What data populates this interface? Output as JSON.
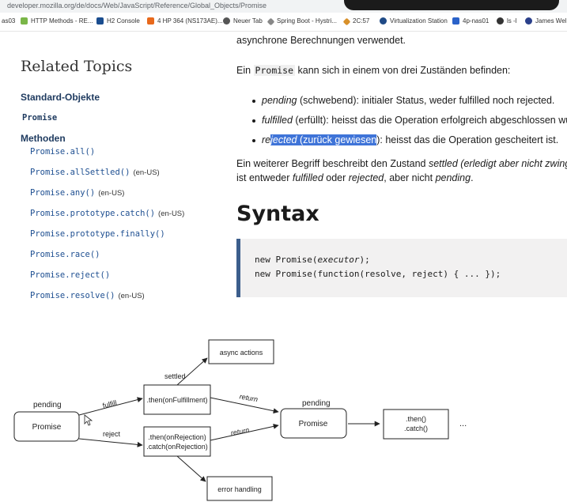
{
  "browser": {
    "url": "developer.mozilla.org/de/docs/Web/JavaScript/Reference/Global_Objects/Promise",
    "bookmarks": [
      "as03",
      "HTTP Methods - RE...",
      "H2 Console",
      "4 HP 364 (NS173AE)...",
      "Neuer Tab",
      "Spring Boot - Hystri...",
      "2C:57",
      "Virtualization Station",
      "4p-nas01",
      "ls -l",
      "James Wel"
    ]
  },
  "sidebar": {
    "title": "Related Topics",
    "section": "Standard-Objekte",
    "object": "Promise",
    "methods_heading": "Methoden",
    "methods": [
      {
        "name": "Promise.all()",
        "lang": ""
      },
      {
        "name": "Promise.allSettled()",
        "lang": "(en-US)"
      },
      {
        "name": "Promise.any()",
        "lang": "(en-US)"
      },
      {
        "name": "Promise.prototype.catch()",
        "lang": "(en-US)"
      },
      {
        "name": "Promise.prototype.finally()",
        "lang": ""
      },
      {
        "name": "Promise.race()",
        "lang": ""
      },
      {
        "name": "Promise.reject()",
        "lang": ""
      },
      {
        "name": "Promise.resolve()",
        "lang": "(en-US)"
      }
    ]
  },
  "content": {
    "line_top": "asynchrone Berechnungen verwendet.",
    "intro_pre": "Ein ",
    "intro_code": "Promise",
    "intro_post": " kann sich in einem von drei Zuständen befinden:",
    "states": [
      {
        "pre": "",
        "term": "pending",
        "paren": " (schwebend)",
        "desc": ": initialer Status, weder fulfilled noch rejected."
      },
      {
        "pre": "",
        "term": "fulfilled",
        "paren": " (erfüllt)",
        "desc": ": heisst das die Operation erfolgreich abgeschlossen wu"
      },
      {
        "pre": "re",
        "term": "jected",
        "paren": " (zurück gewiesen",
        "desc": "): heisst das die Operation gescheitert ist."
      }
    ],
    "settled_1_pre": "Ein weiterer Begriff beschreibt den Zustand ",
    "settled_1_term": "settled",
    "settled_1_post": " (erledigt aber nicht zwing",
    "settled_2_pre": "ist entweder ",
    "settled_2_a": "fulfilled",
    "settled_2_mid": " oder ",
    "settled_2_b": "rejected",
    "settled_2_mid2": ", aber nicht ",
    "settled_2_c": "pending",
    "settled_2_end": ".",
    "syntax_heading": "Syntax",
    "code_1_pre": "new Promise(",
    "code_1_arg": "executor",
    "code_1_post": ");",
    "code_2": "new Promise(function(resolve, reject) { ... });"
  },
  "diagram": {
    "pending_label": "pending",
    "promise_left": "Promise",
    "fulfill": "fulfill",
    "reject": "reject",
    "settled": "settled",
    "then_fulfill": ".then(onFulfillment)",
    "then_reject": ".then(onRejection)",
    "catch_reject": ".catch(onRejection)",
    "async_actions": "async actions",
    "error_handling": "error handling",
    "return_1": "return",
    "return_2": "return",
    "pending_right": "pending",
    "promise_right": "Promise",
    "then": ".then()",
    "catch": ".catch()",
    "ellipsis": "..."
  }
}
